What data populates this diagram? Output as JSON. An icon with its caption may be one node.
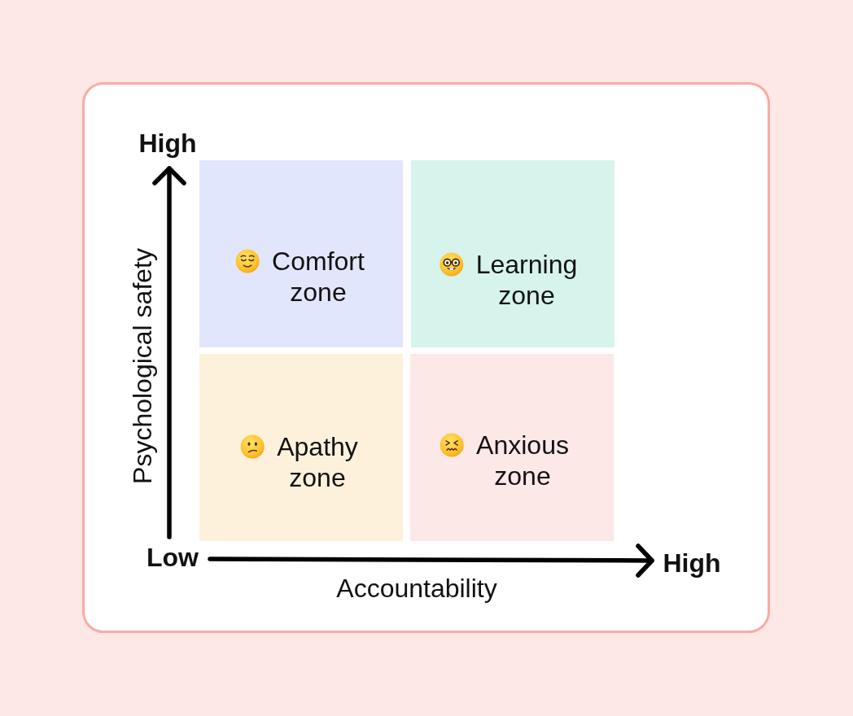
{
  "diagram": {
    "nodes": [
      {
        "text": [
          "Comfort zone"
        ]
      },
      {
        "text": [
          "Learning zone"
        ]
      },
      {
        "text": [
          "Apathy zone"
        ]
      },
      {
        "text": [
          "Anxious zone"
        ]
      }
    ],
    "labels": [
      "High",
      "Psychological safety",
      "Low",
      "High",
      "Accountability"
    ]
  }
}
